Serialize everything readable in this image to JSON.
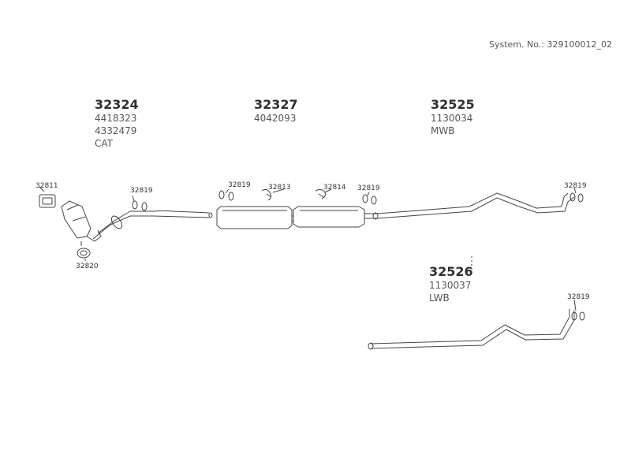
{
  "system_number": "System. No.: 329100012_02",
  "groups": {
    "g1": {
      "part": "32324",
      "refs": [
        "4418323",
        "4332479"
      ],
      "note": "CAT"
    },
    "g2": {
      "part": "32327",
      "refs": [
        "4042093"
      ],
      "note": ""
    },
    "g3": {
      "part": "32525",
      "refs": [
        "1130034"
      ],
      "note": "MWB"
    },
    "g4": {
      "part": "32526",
      "refs": [
        "1130037"
      ],
      "note": "LWB"
    }
  },
  "callouts": {
    "c32811": "32811",
    "c32819_a": "32819",
    "c32820": "32820",
    "c32819_b": "32819",
    "c32813": "32813",
    "c32814": "32814",
    "c32819_c": "32819",
    "c32819_d": "32819",
    "c32819_e": "32819"
  }
}
